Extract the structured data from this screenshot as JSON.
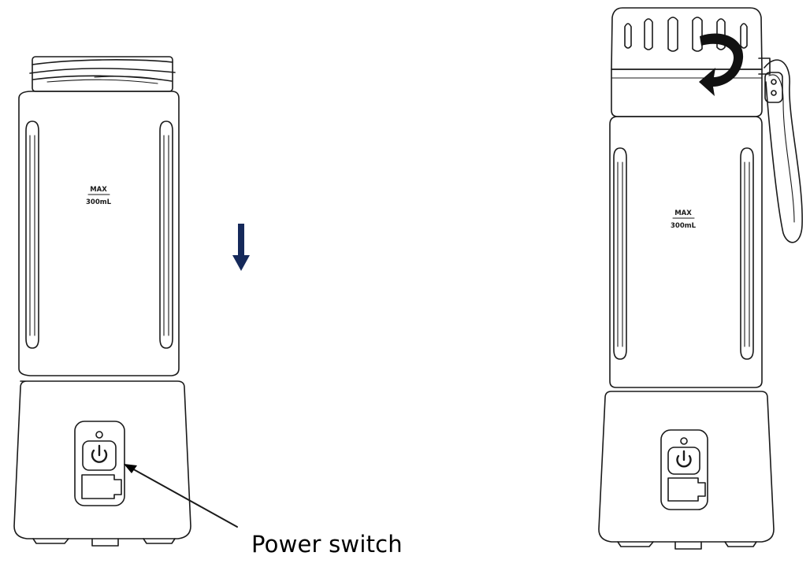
{
  "left_blender": {
    "max_label": "MAX",
    "capacity_label": "300mL"
  },
  "right_blender": {
    "max_label": "MAX",
    "capacity_label": "300mL"
  },
  "callout": {
    "label": "Power switch"
  },
  "colors": {
    "down_arrow": "#15295a",
    "outline": "#1a1a1a",
    "twist_arrow": "#111111"
  }
}
